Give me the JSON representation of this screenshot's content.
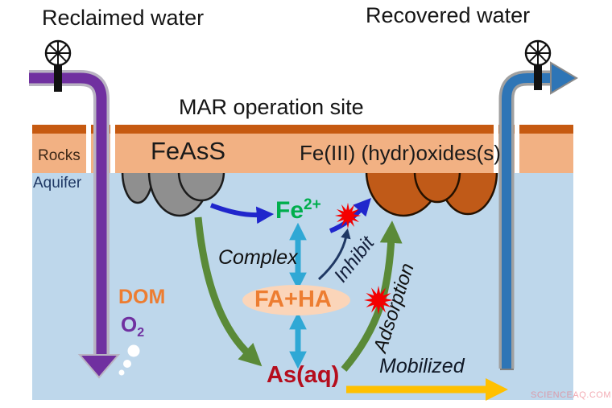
{
  "labels": {
    "reclaimed_water": "Reclaimed water",
    "recovered_water": "Recovered water",
    "site": "MAR operation site",
    "rocks": "Rocks",
    "aquifer": "Aquifer",
    "feass": "FeAsS",
    "fe_oxides": "Fe(III) (hydr)oxides(s)"
  },
  "species": {
    "fe2": {
      "base": "Fe",
      "sup": "2+"
    },
    "faha": "FA+HA",
    "as_aq": "As(aq)",
    "dom": "DOM",
    "o2": {
      "base": "O",
      "sub": "2"
    }
  },
  "processes": {
    "complex": "Complex",
    "inhibit": "Inhibit",
    "adsorption": "Adsorption",
    "mobilized": "Mobilized"
  },
  "watermark": "SCIENCEAQ.COM",
  "colors": {
    "aquifer_fill": "#bed7eb",
    "band_light": "#f2b183",
    "band_dark": "#c65a11",
    "gray_mineral": "#8f8f8f",
    "orange_mineral": "#c05a18",
    "pipe_reclaimed": "#7030a0",
    "pipe_recovered": "#2e75b6",
    "arrow_blue": "#2026cc",
    "arrow_cyan": "#2fa8d5",
    "arrow_green": "#5a8a38",
    "arrow_navy": "#1f3864",
    "arrow_yellow": "#ffc000",
    "burst_red": "#f40000",
    "faha_oval": "#fbd5b9",
    "fe2_text": "#00ae4d",
    "as_text": "#b50d1d",
    "dom_text": "#ed7d31",
    "o2_text": "#7030a0"
  }
}
